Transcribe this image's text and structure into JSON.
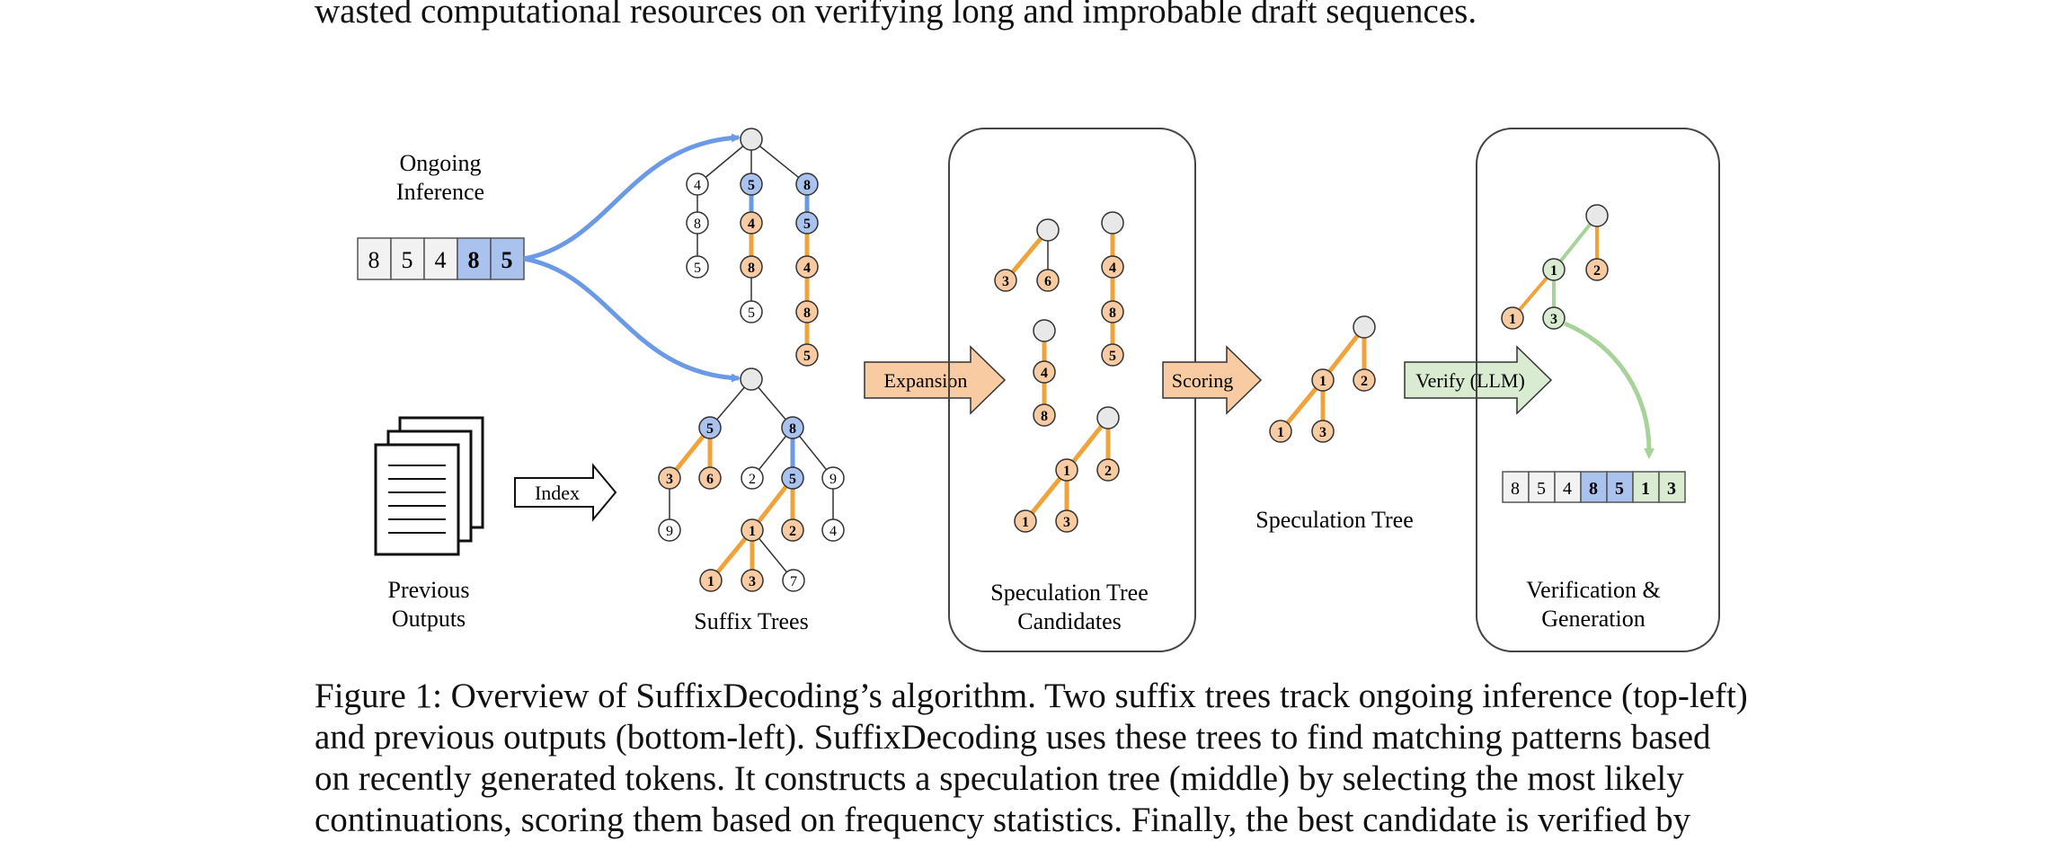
{
  "paper": {
    "top_line": "wasted computational resources on verifying long and improbable draft sequences.",
    "caption_lines": [
      "Figure 1: Overview of SuffixDecoding’s algorithm. Two suffix trees track ongoing inference (top-left)",
      "and previous outputs (bottom-left). SuffixDecoding uses these trees to find matching patterns based",
      "on recently generated tokens. It constructs a speculation tree (middle) by selecting the most likely",
      "continuations, scoring them based on frequency statistics. Finally, the best candidate is verified by"
    ]
  },
  "figure": {
    "ongoing_label": [
      "Ongoing",
      "Inference"
    ],
    "previous_label": [
      "Previous",
      "Outputs"
    ],
    "suffix_trees_label": "Suffix Trees",
    "candidates_label": [
      "Speculation Tree",
      "Candidates"
    ],
    "speculation_tree_label": "Speculation Tree",
    "verification_label": [
      "Verification &",
      "Generation"
    ],
    "arrow_index": "Index",
    "arrow_expansion": "Expansion",
    "arrow_scoring": "Scoring",
    "arrow_verify": "Verify (LLM)",
    "input_tokens": [
      "8",
      "5",
      "4",
      "8",
      "5"
    ],
    "output_tokens": [
      "8",
      "5",
      "4",
      "8",
      "5",
      "1",
      "3"
    ],
    "tree_top_nodes": [
      "4",
      "8",
      "5",
      "5",
      "4",
      "8",
      "5",
      "8",
      "5",
      "4",
      "8",
      "5"
    ],
    "tree_bottom_nodes": [
      "5",
      "8",
      "3",
      "6",
      "9",
      "2",
      "5",
      "9",
      "1",
      "2",
      "4",
      "1",
      "3",
      "7"
    ],
    "candidate_nodes": [
      "3",
      "6",
      "4",
      "8",
      "5",
      "4",
      "8",
      "1",
      "2",
      "1",
      "3"
    ],
    "spec_tree_nodes": [
      "1",
      "2",
      "1",
      "3"
    ],
    "verif_tree_nodes": [
      "1",
      "2",
      "1",
      "3"
    ],
    "colors": {
      "blue_fill": "#a9c2ee",
      "blue_edge": "#6a9ae6",
      "orange_fill": "#f8cba2",
      "orange_edge": "#f0a33a",
      "green_fill": "#d9ecd2",
      "green_edge": "#a7d39a",
      "root_fill": "#e8e8e8"
    }
  }
}
